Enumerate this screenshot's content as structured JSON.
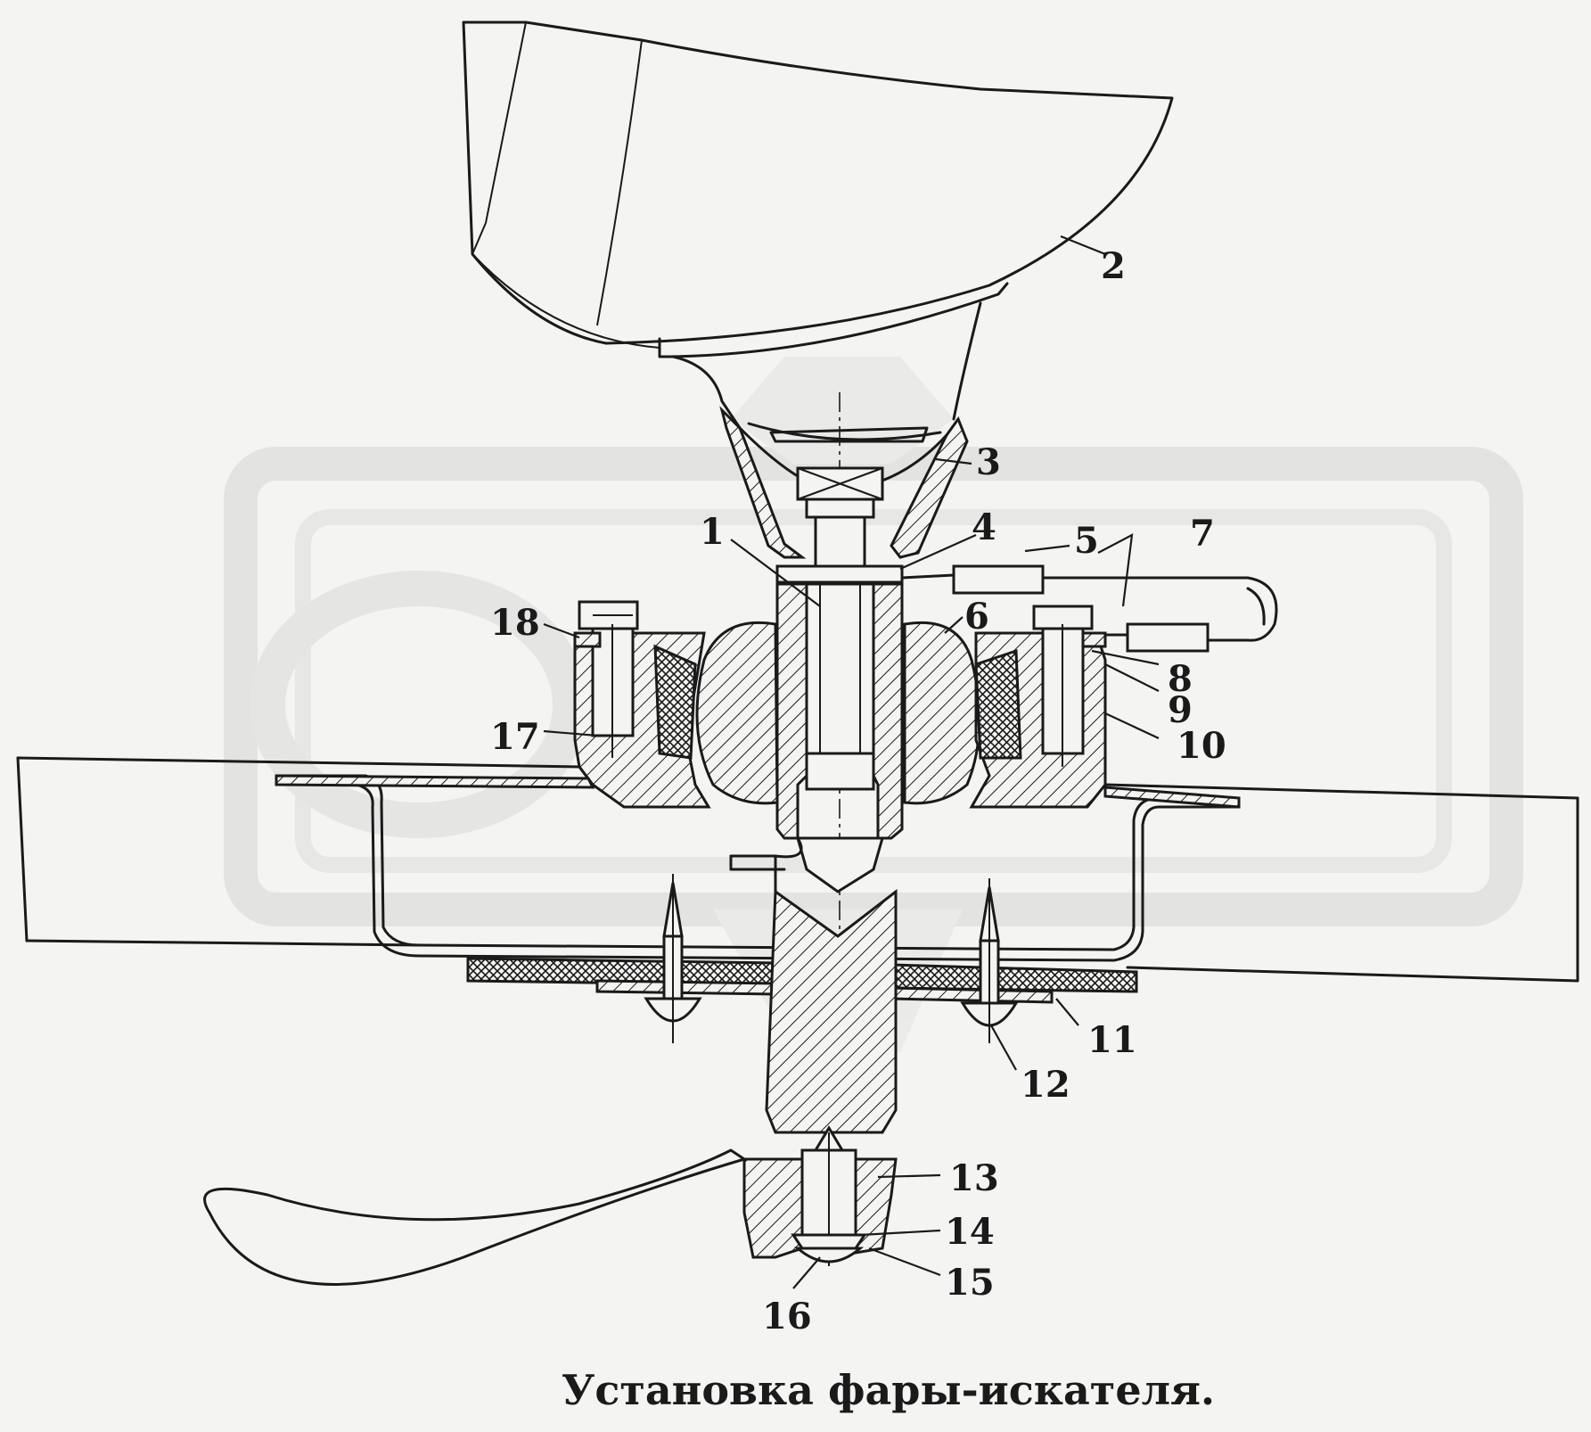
{
  "caption": "Установка фары-искателя.",
  "callouts": [
    "1",
    "2",
    "3",
    "4",
    "5",
    "6",
    "7",
    "8",
    "9",
    "10",
    "11",
    "12",
    "13",
    "14",
    "15",
    "16",
    "17",
    "18"
  ],
  "colors": {
    "ink": "#1a1a1a",
    "paper": "#f4f4f2",
    "watermark": "#d6d6d6"
  }
}
